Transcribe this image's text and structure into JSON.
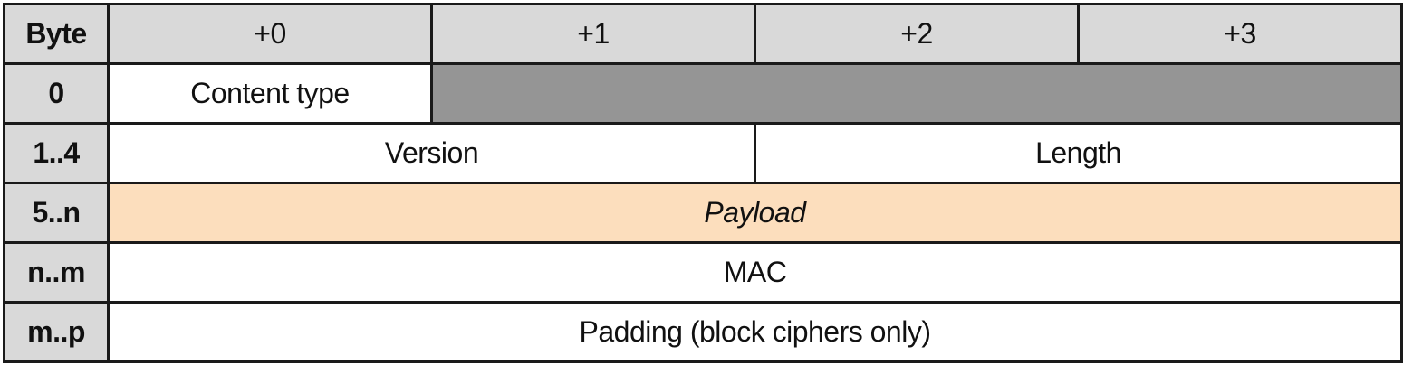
{
  "header": {
    "byte_label": "Byte",
    "offsets": [
      "+0",
      "+1",
      "+2",
      "+3"
    ]
  },
  "rows": [
    {
      "byte": "0",
      "fields": [
        {
          "label": "Content type",
          "span": 1
        }
      ],
      "unused_span": 3
    },
    {
      "byte": "1..4",
      "fields": [
        {
          "label": "Version",
          "span": 2
        },
        {
          "label": "Length",
          "span": 2
        }
      ]
    },
    {
      "byte": "5..n",
      "fields": [
        {
          "label": "Payload",
          "span": 4,
          "style": "italic, highlighted"
        }
      ]
    },
    {
      "byte": "n..m",
      "fields": [
        {
          "label": "MAC",
          "span": 4
        }
      ]
    },
    {
      "byte": "m..p",
      "fields": [
        {
          "label": "Padding (block ciphers only)",
          "span": 4
        }
      ]
    }
  ],
  "colors": {
    "header_bg": "#d9d9d9",
    "unused_bg": "#959595",
    "payload_bg": "#fcdebd",
    "border": "#1a1a1a"
  }
}
